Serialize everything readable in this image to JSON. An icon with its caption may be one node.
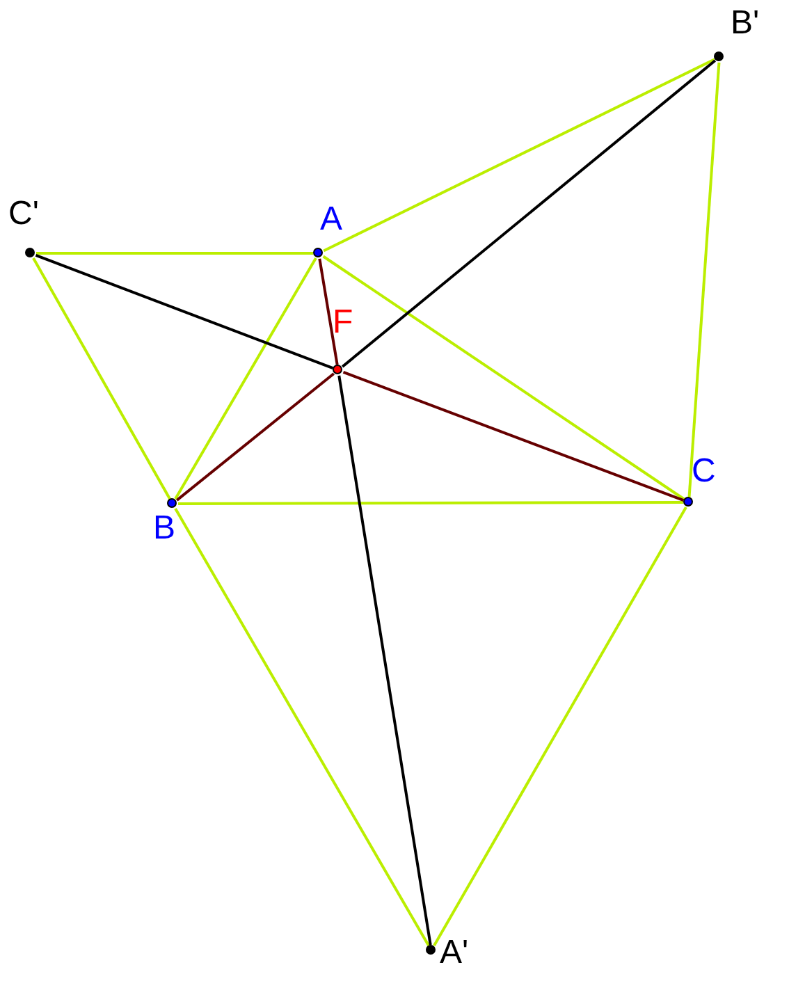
{
  "diagram": {
    "nodes": [
      {
        "text": [
          "B'"
        ]
      },
      {
        "text": [
          "C'"
        ]
      },
      {
        "text": [
          "A"
        ]
      },
      {
        "text": [
          "F"
        ]
      },
      {
        "text": [
          "C"
        ]
      },
      {
        "text": [
          "B"
        ]
      },
      {
        "text": [
          "A'"
        ]
      }
    ],
    "edges": [
      {
        "from": 2,
        "to": 5,
        "arrow": "none"
      },
      {
        "from": 5,
        "to": 4,
        "arrow": "none"
      },
      {
        "from": 4,
        "to": 2,
        "arrow": "none"
      },
      {
        "from": 2,
        "to": 1,
        "arrow": "none"
      },
      {
        "from": 1,
        "to": 5,
        "arrow": "none"
      },
      {
        "from": 2,
        "to": 0,
        "arrow": "none"
      },
      {
        "from": 0,
        "to": 4,
        "arrow": "none"
      },
      {
        "from": 5,
        "to": 6,
        "arrow": "none"
      },
      {
        "from": 6,
        "to": 4,
        "arrow": "none"
      },
      {
        "from": 1,
        "to": 3,
        "arrow": "none",
        "color": "#000000"
      },
      {
        "from": 0,
        "to": 3,
        "arrow": "none",
        "color": "#000000"
      },
      {
        "from": 6,
        "to": 3,
        "arrow": "none",
        "color": "#000000"
      },
      {
        "from": 2,
        "to": 3,
        "arrow": "none",
        "color": "#660000"
      },
      {
        "from": 5,
        "to": 3,
        "arrow": "none",
        "color": "#660000"
      },
      {
        "from": 4,
        "to": 3,
        "arrow": "none",
        "color": "#660000"
      }
    ]
  }
}
